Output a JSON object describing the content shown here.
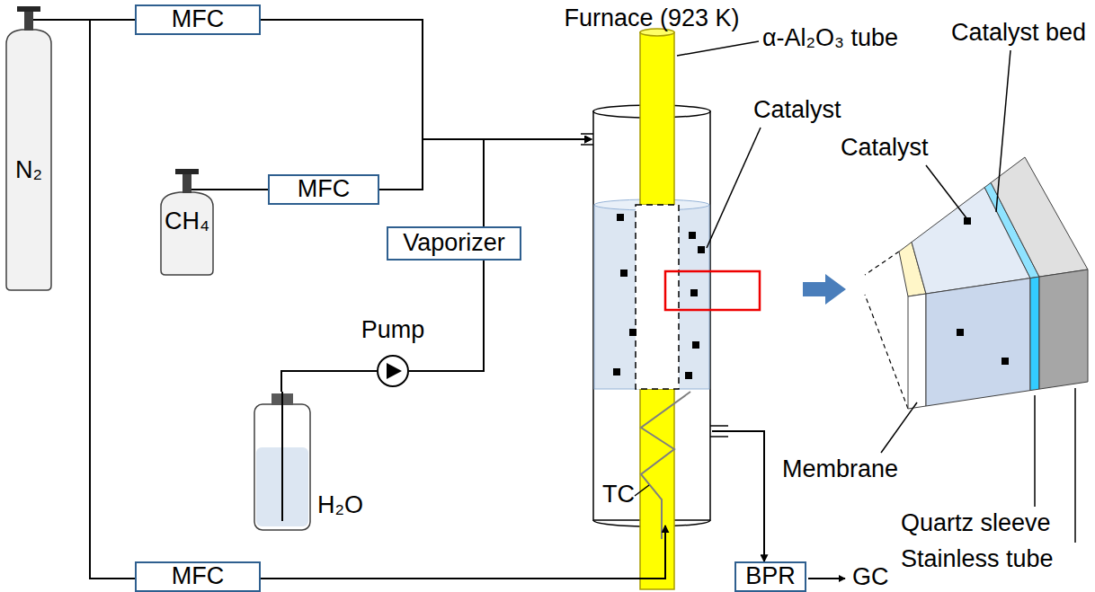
{
  "diagram": {
    "nodes": [
      {
        "text": [
          "N₂"
        ]
      },
      {
        "text": [
          "CH₄"
        ]
      },
      {
        "text": [
          "H₂O"
        ]
      },
      {
        "text": [
          "MFC"
        ]
      },
      {
        "text": [
          "MFC"
        ]
      },
      {
        "text": [
          "MFC"
        ]
      },
      {
        "text": [
          "Vaporizer"
        ]
      },
      {
        "text": [
          "Pump"
        ]
      },
      {
        "text": [
          "Furnace (923 K)"
        ]
      },
      {
        "text": [
          "BPR"
        ]
      }
    ],
    "edges": [
      {
        "from": 0,
        "to": 3,
        "arrow": "none"
      },
      {
        "from": 0,
        "to": 5,
        "arrow": "none"
      },
      {
        "from": 1,
        "to": 4,
        "arrow": "none"
      },
      {
        "from": 3,
        "to": 8,
        "arrow": "to"
      },
      {
        "from": 4,
        "to": 8,
        "arrow": "to"
      },
      {
        "from": 2,
        "to": 7,
        "arrow": "none"
      },
      {
        "from": 7,
        "to": 6,
        "arrow": "none"
      },
      {
        "from": 6,
        "to": 8,
        "arrow": "to"
      },
      {
        "from": 5,
        "to": 8,
        "arrow": "to"
      },
      {
        "from": 8,
        "to": 9,
        "arrow": "to"
      }
    ],
    "labels": [
      "α-Al₂O₃ tube",
      "Catalyst",
      "Catalyst bed",
      "Catalyst",
      "Membrane",
      "Quartz sleeve",
      "Stainless tube",
      "TC",
      "GC"
    ]
  }
}
